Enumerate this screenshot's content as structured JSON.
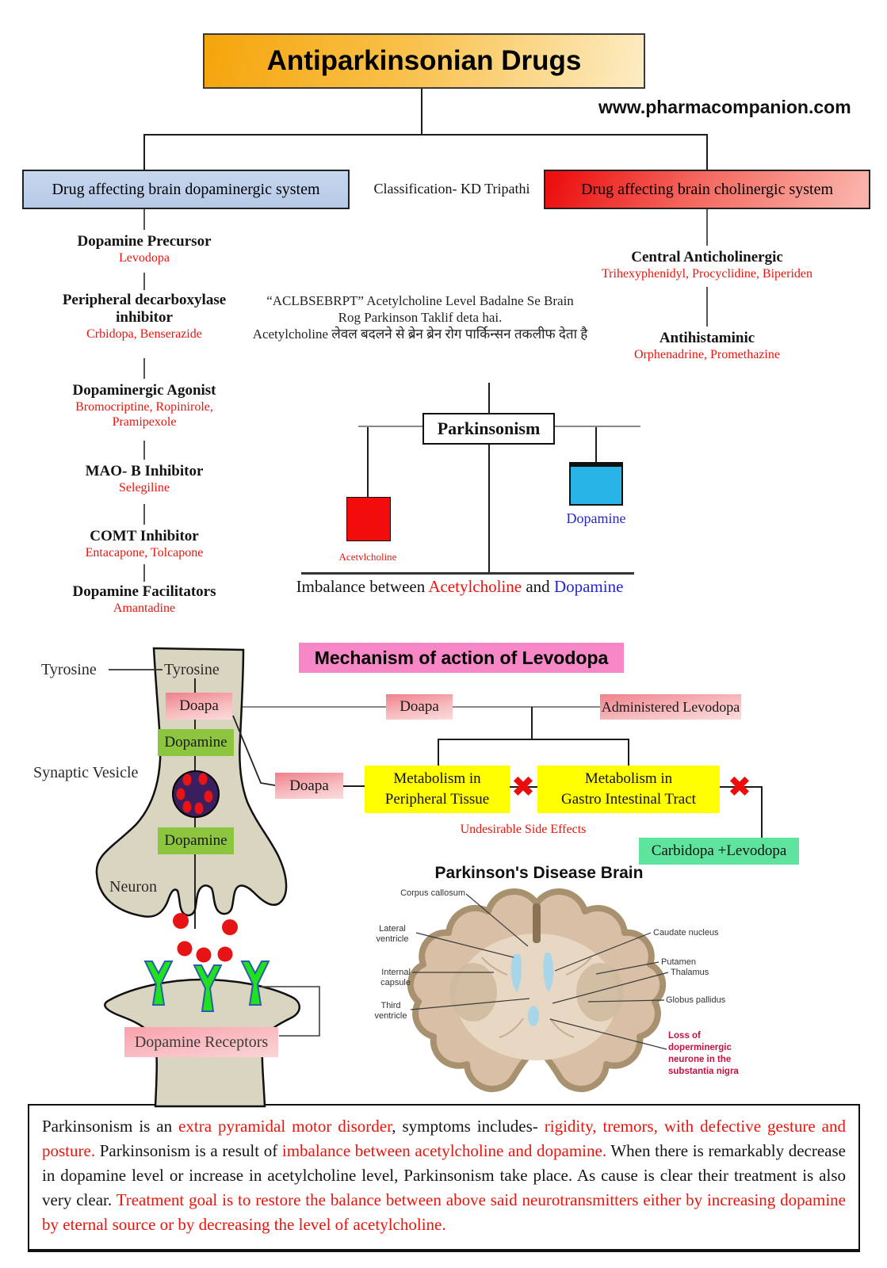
{
  "title": "Antiparkinsonian Drugs",
  "website": "www.pharmacompanion.com",
  "classification_note": "Classification- KD Tripathi",
  "branches": {
    "left": "Drug affecting brain dopaminergic system",
    "right": "Drug affecting brain cholinergic system"
  },
  "dopaminergic_classes": [
    {
      "name": "Dopamine Precursor",
      "drugs": "Levodopa"
    },
    {
      "name": "Peripheral decarboxylase inhibitor",
      "drugs": "Crbidopa, Benserazide"
    },
    {
      "name": "Dopaminergic Agonist",
      "drugs": "Bromocriptine, Ropinirole, Pramipexole"
    },
    {
      "name": "MAO- B Inhibitor",
      "drugs": "Selegiline"
    },
    {
      "name": "COMT Inhibitor",
      "drugs": "Entacapone, Tolcapone"
    },
    {
      "name": "Dopamine Facilitators",
      "drugs": "Amantadine"
    }
  ],
  "cholinergic_classes": [
    {
      "name": "Central Anticholinergic",
      "drugs": "Trihexyphenidyl, Procyclidine, Biperiden"
    },
    {
      "name": "Antihistaminic",
      "drugs": "Orphenadrine, Promethazine"
    }
  ],
  "mnemonic": {
    "line1": "“ACLBSEBRPT” Acetylcholine Level Badalne Se Brain",
    "line2": "Rog Parkinson Taklif deta hai.",
    "line3": "Acetylcholine लेवल बदलने से ब्रेन ब्रेन रोग पार्किन्सन तकलीफ देता है"
  },
  "balance": {
    "node": "Parkinsonism",
    "left_weight_label": "Acetvlcholine",
    "right_weight_label": "Dopamine",
    "left_weight_color": "#f20c0c",
    "right_weight_color": "#29b4e8",
    "caption_runs": [
      {
        "t": "Imbalance between ",
        "c": "black"
      },
      {
        "t": "Acetylcholine",
        "c": "red"
      },
      {
        "t": " and ",
        "c": "black"
      },
      {
        "t": "Dopamine",
        "c": "blue"
      }
    ]
  },
  "mechanism": {
    "header": "Mechanism of action of Levodopa",
    "tyrosine_outside": "Tyrosine",
    "tyrosine_inside": "Tyrosine",
    "doapa_inside": "Doapa",
    "dopamine_upper": "Dopamine",
    "synaptic_vesicle": "Synaptic Vesicle",
    "dopamine_lower": "Dopamine",
    "neuron": "Neuron",
    "dopamine_receptors": "Dopamine Receptors",
    "doapa_top": "Doapa",
    "administered": "Administered Levodopa",
    "doapa_side": "Doapa",
    "metabolism1_line1": "Metabolism in",
    "metabolism1_line2": "Peripheral Tissue",
    "metabolism2_line1": "Metabolism in",
    "metabolism2_line2": "Gastro Intestinal Tract",
    "cross_mark": "✖",
    "undesirable": "Undesirable Side Effects",
    "carbidopa": "Carbidopa +Levodopa"
  },
  "brain": {
    "title": "Parkinson's Disease Brain",
    "labels": {
      "corpus_callosum": "Corpus callosum",
      "lateral_ventricle": "Lateral ventricle",
      "internal_capsule": "Internal capsule",
      "third_ventricle": "Third ventricle",
      "caudate_nucleus": "Caudate nucleus",
      "putamen": "Putamen",
      "thalamus": "Thalamus",
      "globus_pallidus": "Globus pallidus"
    },
    "loss_line1": "Loss of doperminergic",
    "loss_line2": "neurone in the",
    "loss_line3": "substantia nigra"
  },
  "paragraph_runs": [
    {
      "t": "Parkinsonism is an ",
      "c": "black"
    },
    {
      "t": "extra pyramidal motor disorder",
      "c": "red"
    },
    {
      "t": ", symptoms includes- ",
      "c": "black"
    },
    {
      "t": "rigidity, tremors, with defective gesture and posture.",
      "c": "red"
    },
    {
      "t": "  Parkinsonism is a result of ",
      "c": "black"
    },
    {
      "t": "imbalance between acetylcholine and dopamine.",
      "c": "red"
    },
    {
      "t": " When there is remarkably decrease in dopamine level or increase in acetylcholine level, Parkinsonism take place. As cause is clear their treatment is also very clear. ",
      "c": "black"
    },
    {
      "t": "Treatment goal is to restore the balance between above said neurotransmitters either by increasing dopamine by eternal source or by decreasing the level of acetylcholine.",
      "c": "red"
    }
  ]
}
